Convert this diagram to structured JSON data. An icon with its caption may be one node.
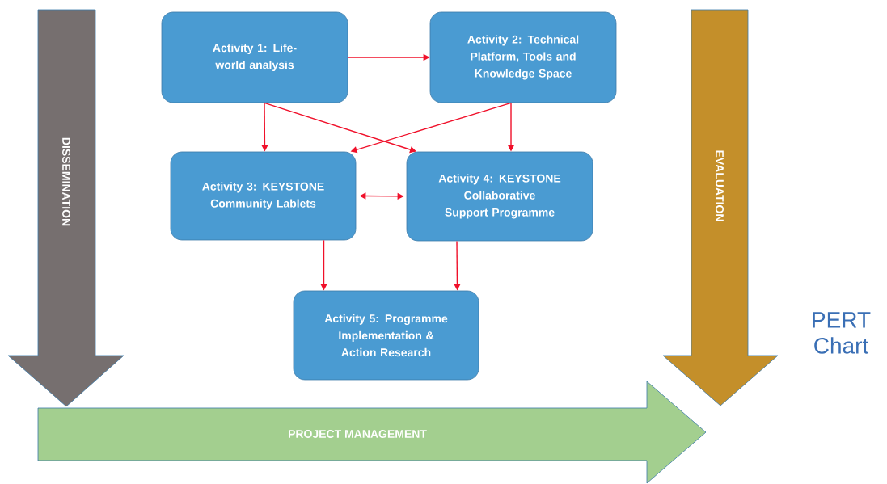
{
  "diagram": {
    "nodes": [
      {
        "text": [
          "DISSEMINATION"
        ]
      },
      {
        "text": [
          "Activity 1: Life-world analysis"
        ]
      },
      {
        "text": [
          "Activity 2: Technical Platform, Tools and Knowledge Space"
        ]
      },
      {
        "text": [
          "Activity 3: KEYSTONE Community Lablets"
        ]
      },
      {
        "text": [
          "Activity 4: KEYSTONE Collaborative Support Programme"
        ]
      },
      {
        "text": [
          "Activity 5: Programme Implementation & Action Research"
        ]
      },
      {
        "text": [
          "EVALUATION"
        ]
      },
      {
        "text": [
          "PROJECT MANAGEMENT"
        ]
      }
    ],
    "edges": [
      {
        "from": 1,
        "to": 2,
        "arrow": "to"
      },
      {
        "from": 1,
        "to": 3,
        "arrow": "to"
      },
      {
        "from": 1,
        "to": 4,
        "arrow": "to"
      },
      {
        "from": 2,
        "to": 3,
        "arrow": "to"
      },
      {
        "from": 2,
        "to": 4,
        "arrow": "to"
      },
      {
        "from": 3,
        "to": 4,
        "arrow": "both"
      },
      {
        "from": 3,
        "to": 5,
        "arrow": "to"
      },
      {
        "from": 4,
        "to": 5,
        "arrow": "to"
      }
    ],
    "labels": [
      "PERT Chart"
    ]
  }
}
